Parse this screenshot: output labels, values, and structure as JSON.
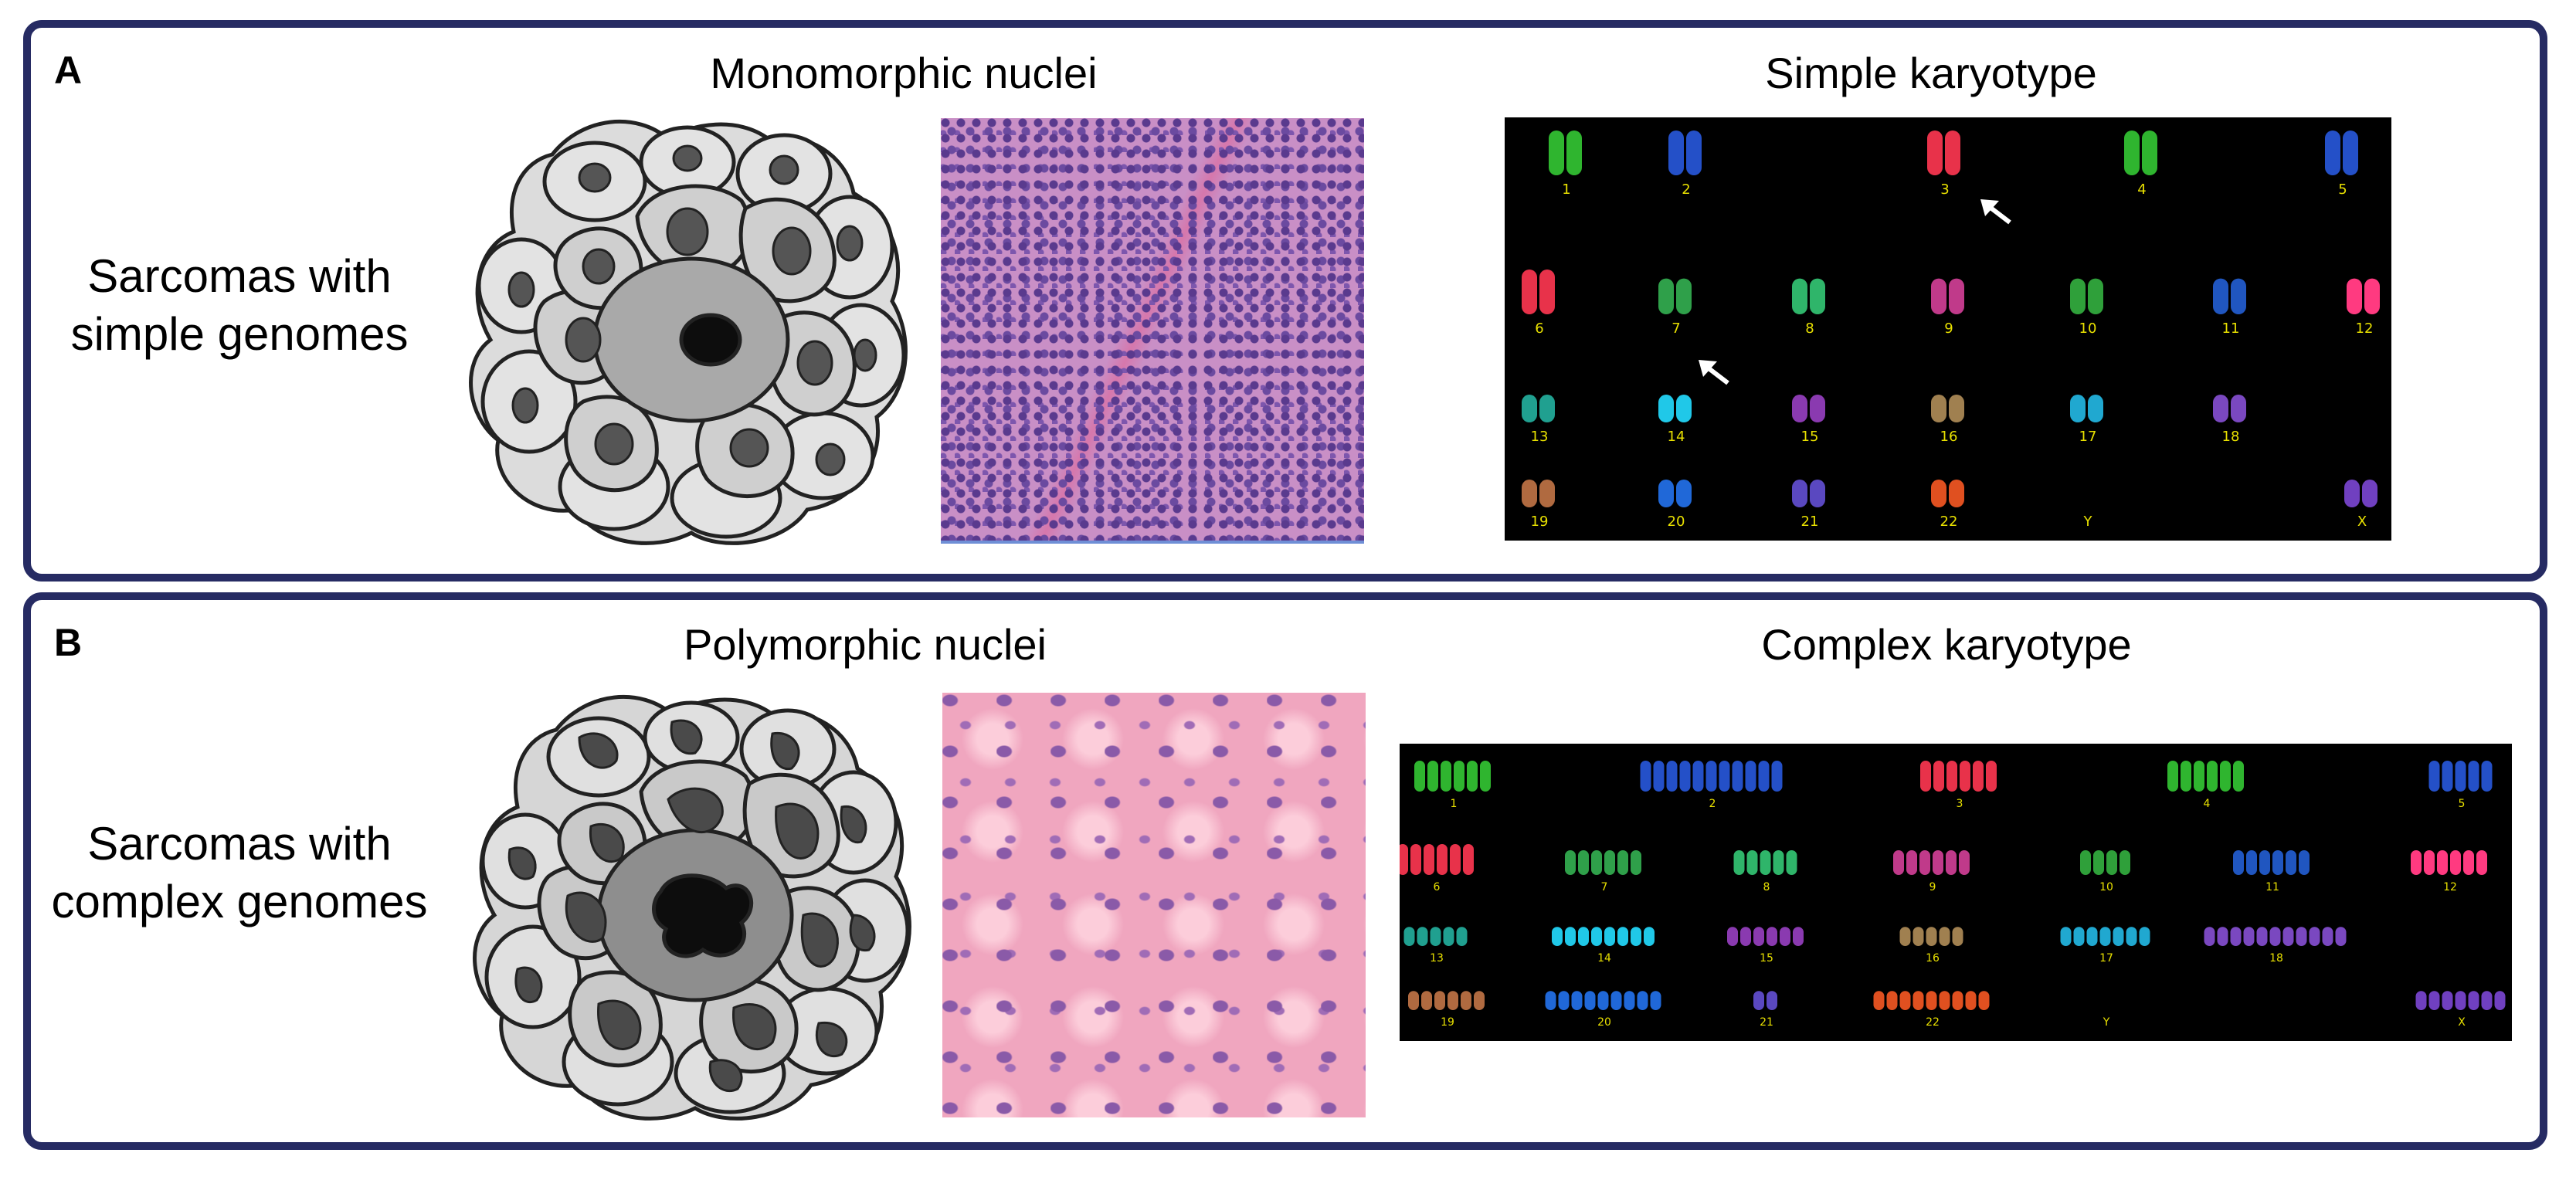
{
  "panel_a": {
    "letter": "A",
    "side_label_line1": "Sarcomas with",
    "side_label_line2": "simple genomes",
    "heading_nuclei": "Monomorphic nuclei",
    "heading_karyotype": "Simple karyotype",
    "karyotype_labels": [
      "1",
      "2",
      "3",
      "4",
      "5",
      "6",
      "7",
      "8",
      "9",
      "10",
      "11",
      "12",
      "13",
      "14",
      "15",
      "16",
      "17",
      "18",
      "19",
      "20",
      "21",
      "22",
      "Y",
      "X"
    ]
  },
  "panel_b": {
    "letter": "B",
    "side_label_line1": "Sarcomas with",
    "side_label_line2": "complex genomes",
    "heading_nuclei": "Polymorphic nuclei",
    "heading_karyotype": "Complex karyotype",
    "karyotype_labels": [
      "1",
      "2",
      "3",
      "4",
      "5",
      "6",
      "7",
      "8",
      "9",
      "10",
      "11",
      "12",
      "13",
      "14",
      "15",
      "16",
      "17",
      "18",
      "19",
      "20",
      "21",
      "22",
      "Y",
      "X"
    ]
  },
  "colors": {
    "frame": "#262b63",
    "label_yellow": "#e8e000",
    "histo_a_bg": "#c98fc6",
    "histo_b_bg": "#f0a6bf"
  }
}
